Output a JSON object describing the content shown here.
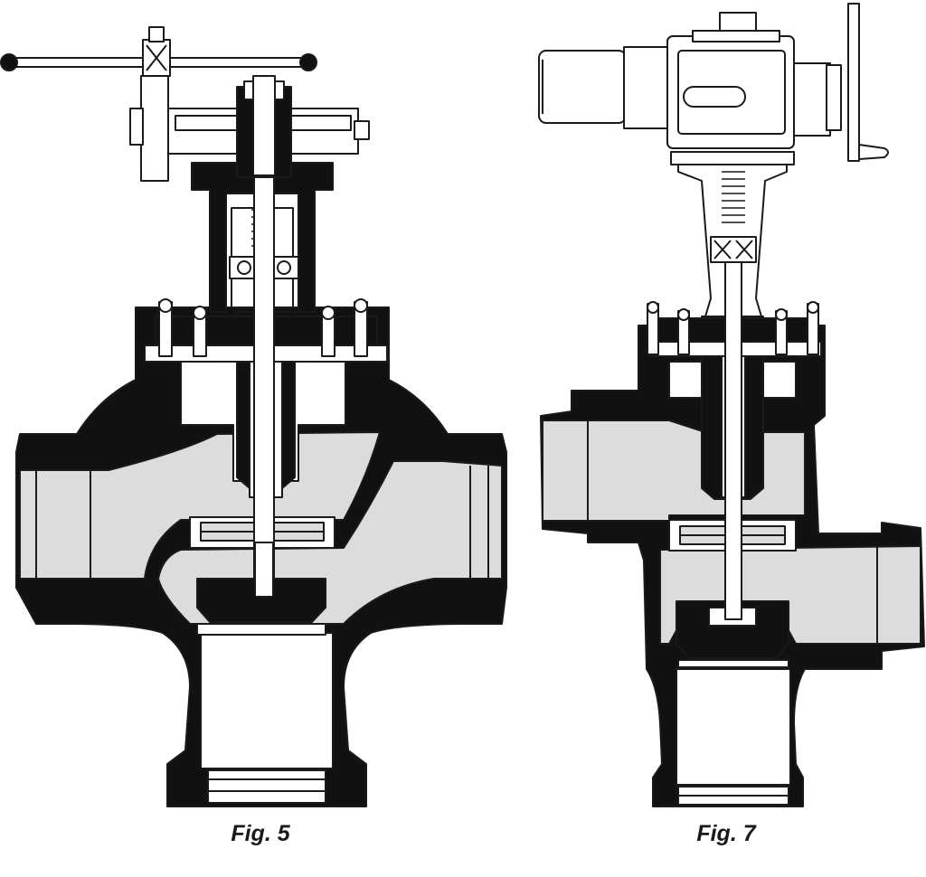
{
  "figures": [
    {
      "caption": "Fig. 5",
      "icon": "manual-handwheel-valve"
    },
    {
      "caption": "Fig. 7",
      "icon": "electric-actuator-valve"
    }
  ],
  "colors": {
    "body": "#111111",
    "flow": "#dcdcdc",
    "line": "#1a1a1a",
    "background": "#ffffff"
  }
}
